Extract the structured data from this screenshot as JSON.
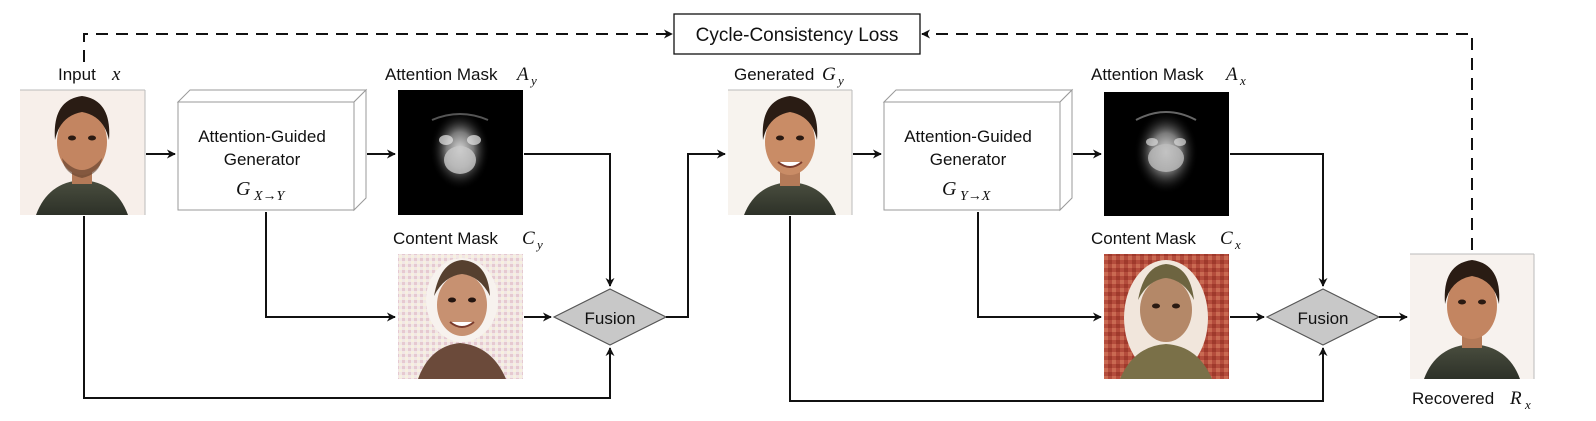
{
  "loss": {
    "label": "Cycle-Consistency Loss"
  },
  "images": {
    "input": {
      "label": "Input",
      "math": "x"
    },
    "attention_y": {
      "label": "Attention Mask",
      "math": "A",
      "sub": "y"
    },
    "content_y": {
      "label": "Content Mask",
      "math": "C",
      "sub": "y"
    },
    "generated": {
      "label": "Generated",
      "math": "G",
      "sub": "y"
    },
    "attention_x": {
      "label": "Attention Mask",
      "math": "A",
      "sub": "x"
    },
    "content_x": {
      "label": "Content Mask",
      "math": "C",
      "sub": "x"
    },
    "recovered": {
      "label": "Recovered",
      "math": "R",
      "sub": "x"
    }
  },
  "generators": {
    "g1": {
      "line1": "Attention-Guided",
      "line2": "Generator",
      "math": "G",
      "sub": "X→Y"
    },
    "g2": {
      "line1": "Attention-Guided",
      "line2": "Generator",
      "math": "G",
      "sub": "Y→X"
    }
  },
  "fusion": {
    "f1": "Fusion",
    "f2": "Fusion"
  },
  "colors": {
    "line": "#111111",
    "fusion_fill": "#c8c8c8",
    "box_stroke": "#9a9a9a",
    "skin": "#c98f6a",
    "hair": "#2a1c14",
    "shirt": "#3b4034",
    "mask_bg": "#000000",
    "mask_glow": "#cfcfcf"
  }
}
